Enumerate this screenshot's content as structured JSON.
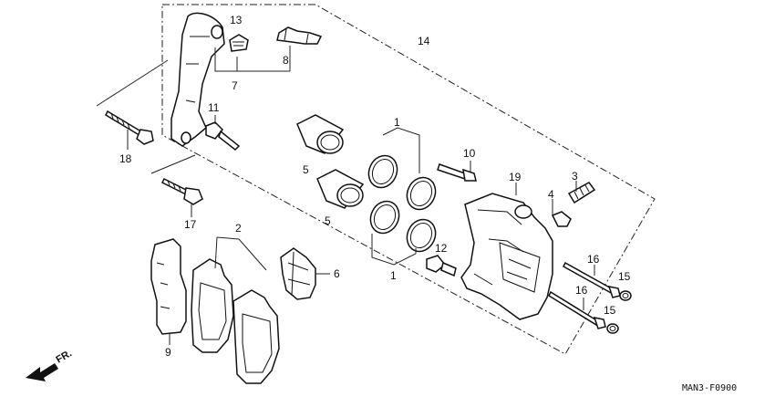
{
  "diagram": {
    "callouts": {
      "p1a": "1",
      "p1b": "1",
      "p2": "2",
      "p3": "3",
      "p4": "4",
      "p5a": "5",
      "p5b": "5",
      "p6": "6",
      "p7": "7",
      "p8": "8",
      "p9": "9",
      "p10": "10",
      "p11": "11",
      "p12": "12",
      "p13": "13",
      "p14": "14",
      "p15a": "15",
      "p15b": "15",
      "p16a": "16",
      "p16b": "16",
      "p17": "17",
      "p18": "18",
      "p19": "19"
    },
    "direction_label": "FR.",
    "drawing_code": "MAN3-F0900"
  }
}
